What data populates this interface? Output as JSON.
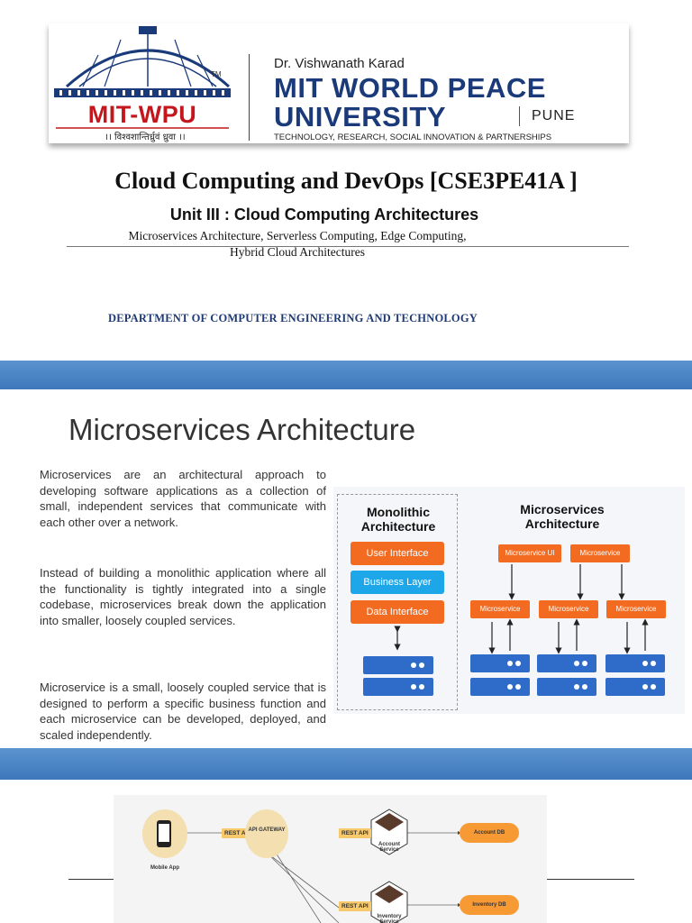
{
  "header": {
    "logo": {
      "wordmark": "MIT-WPU",
      "trademark": "TM",
      "motto": "।। विश्वशान्तिर्ध्रुवं ध्रुवा ।।"
    },
    "university": {
      "founder": "Dr. Vishwanath Karad",
      "name_line1": "MIT WORLD PEACE",
      "name_line2": "UNIVERSITY",
      "city": "PUNE",
      "tagline": "TECHNOLOGY, RESEARCH, SOCIAL INNOVATION & PARTNERSHIPS"
    }
  },
  "slide1": {
    "course_title": "Cloud Computing and DevOps  [CSE3PE41A ]",
    "unit_title": "Unit III : Cloud Computing Architectures",
    "topics_line1": "Microservices Architecture, Serverless Computing, Edge Computing,",
    "topics_line2": "Hybrid Cloud Architectures",
    "department": "DEPARTMENT OF COMPUTER ENGINEERING AND TECHNOLOGY"
  },
  "slide2": {
    "title": "Microservices Architecture",
    "paragraphs": [
      " Microservices are an architectural approach to developing software applications as a collection of small, independent services that communicate with each other over a network.",
      " Instead of building a monolithic application where all the functionality is tightly integrated into a single codebase, microservices break down the application into smaller, loosely coupled services.",
      "Microservice is a small, loosely coupled service that is designed to perform a specific business function and each microservice can be developed, deployed, and scaled independently."
    ],
    "diagram": {
      "mono_title": "Monolithic Architecture",
      "layers": [
        "User Interface",
        "Business Layer",
        "Data Interface"
      ],
      "micro_title": "Microservices Architecture",
      "top_services": [
        "Microservice UI",
        "Microservice"
      ],
      "services": [
        "Microservice",
        "Microservice",
        "Microservice"
      ]
    }
  },
  "slide3": {
    "client": "Mobile App",
    "rest_api": "REST API",
    "gateway": "API GATEWAY",
    "services": [
      "Account Service",
      "Inventory Service"
    ],
    "dbs": [
      "Account DB",
      "Inventory DB"
    ]
  }
}
